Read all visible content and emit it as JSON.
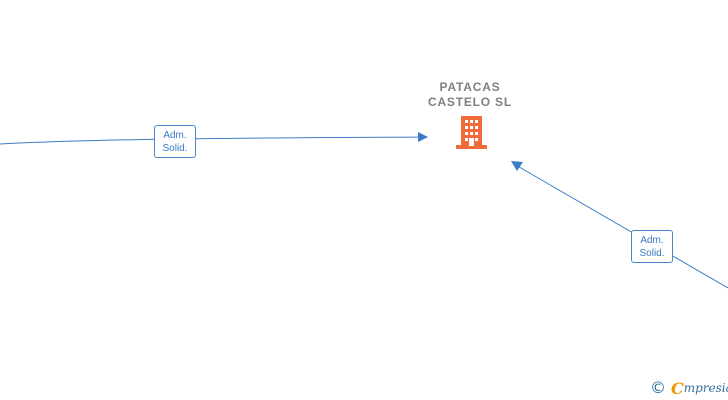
{
  "company": {
    "name_line1": "PATACAS",
    "name_line2": "CASTELO  SL",
    "icon": "building-icon",
    "icon_color": "#f26b3a"
  },
  "relations": [
    {
      "label_line1": "Adm.",
      "label_line2": "Solid."
    },
    {
      "label_line1": "Adm.",
      "label_line2": "Solid."
    }
  ],
  "colors": {
    "edge": "#3b7bc4",
    "name_text": "#7f7f7f"
  },
  "footer": {
    "copyright_symbol": "©",
    "brand_initial": "C",
    "brand_rest": "mpresia"
  }
}
